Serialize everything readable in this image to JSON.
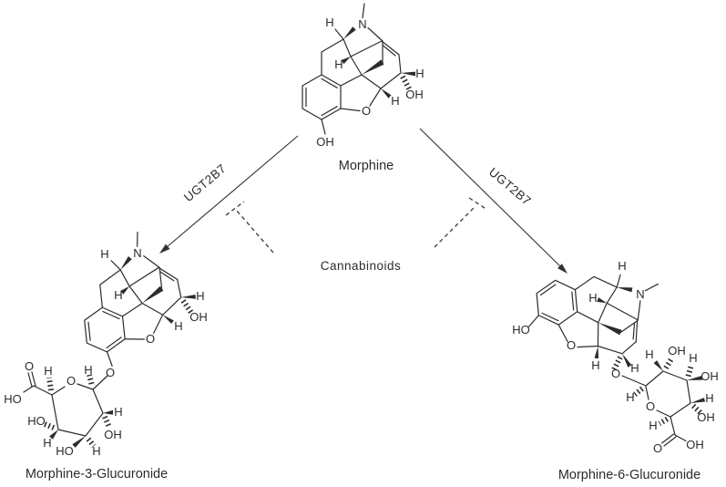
{
  "colors": {
    "background": "#ffffff",
    "ink": "#2c2c2c"
  },
  "atoms": {
    "H": "H",
    "N": "N",
    "O": "O",
    "OH": "OH",
    "HO": "HO"
  },
  "molecules": {
    "morphine": {
      "label": "Morphine"
    },
    "m3g": {
      "label": "Morphine-3-Glucuronide"
    },
    "m6g": {
      "label": "Morphine-6-Glucuronide"
    }
  },
  "reactions": {
    "left": {
      "enzyme": "UGT2B7",
      "from": "Morphine",
      "to": "Morphine-3-Glucuronide"
    },
    "right": {
      "enzyme": "UGT2B7",
      "from": "Morphine",
      "to": "Morphine-6-Glucuronide"
    }
  },
  "inhibitor": {
    "label": "Cannabinoids",
    "inhibits": [
      "left",
      "right"
    ],
    "style": "dashed-blunt-line"
  }
}
